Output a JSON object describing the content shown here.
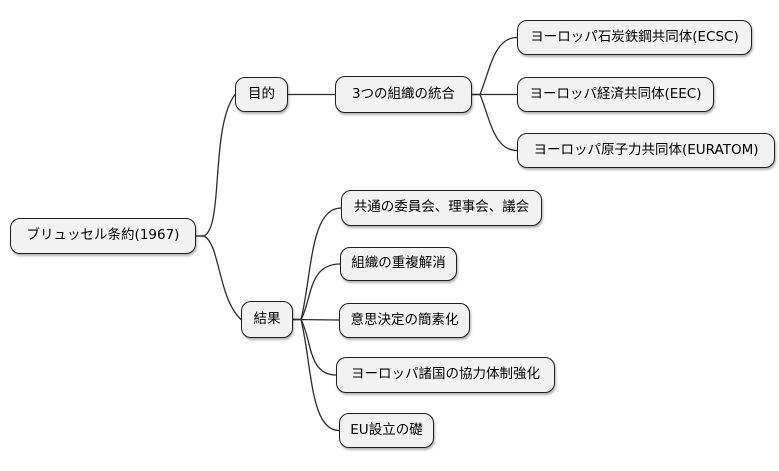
{
  "diagram": {
    "type": "mindmap",
    "language": "ja",
    "colors": {
      "node_fill": "#f2f2f2",
      "node_border": "#1f1f1f",
      "edge": "#2b2b2b",
      "background": "#ffffff",
      "text": "#000000"
    },
    "nodes": {
      "root": {
        "label": "ブリュッセル条約(1967)"
      },
      "purpose": {
        "label": "目的"
      },
      "integration": {
        "label": "3つの組織の統合"
      },
      "ecsc": {
        "label": "ヨーロッパ石炭鉄鋼共同体(ECSC)"
      },
      "eec": {
        "label": "ヨーロッパ経済共同体(EEC)"
      },
      "euratom": {
        "label": "ヨーロッパ原子力共同体(EURATOM)"
      },
      "result": {
        "label": "結果"
      },
      "common_bodies": {
        "label": "共通の委員会、理事会、議会"
      },
      "duplication": {
        "label": "組織の重複解消"
      },
      "simplification": {
        "label": "意思決定の簡素化"
      },
      "cooperation": {
        "label": "ヨーロッパ諸国の協力体制強化"
      },
      "eu_foundation": {
        "label": "EU設立の礎"
      }
    },
    "hierarchy": {
      "root": "ブリュッセル条約(1967)",
      "children": [
        {
          "label": "目的",
          "children": [
            {
              "label": "3つの組織の統合",
              "children": [
                "ヨーロッパ石炭鉄鋼共同体(ECSC)",
                "ヨーロッパ経済共同体(EEC)",
                "ヨーロッパ原子力共同体(EURATOM)"
              ]
            }
          ]
        },
        {
          "label": "結果",
          "children": [
            "共通の委員会、理事会、議会",
            "組織の重複解消",
            "意思決定の簡素化",
            "ヨーロッパ諸国の協力体制強化",
            "EU設立の礎"
          ]
        }
      ]
    }
  }
}
